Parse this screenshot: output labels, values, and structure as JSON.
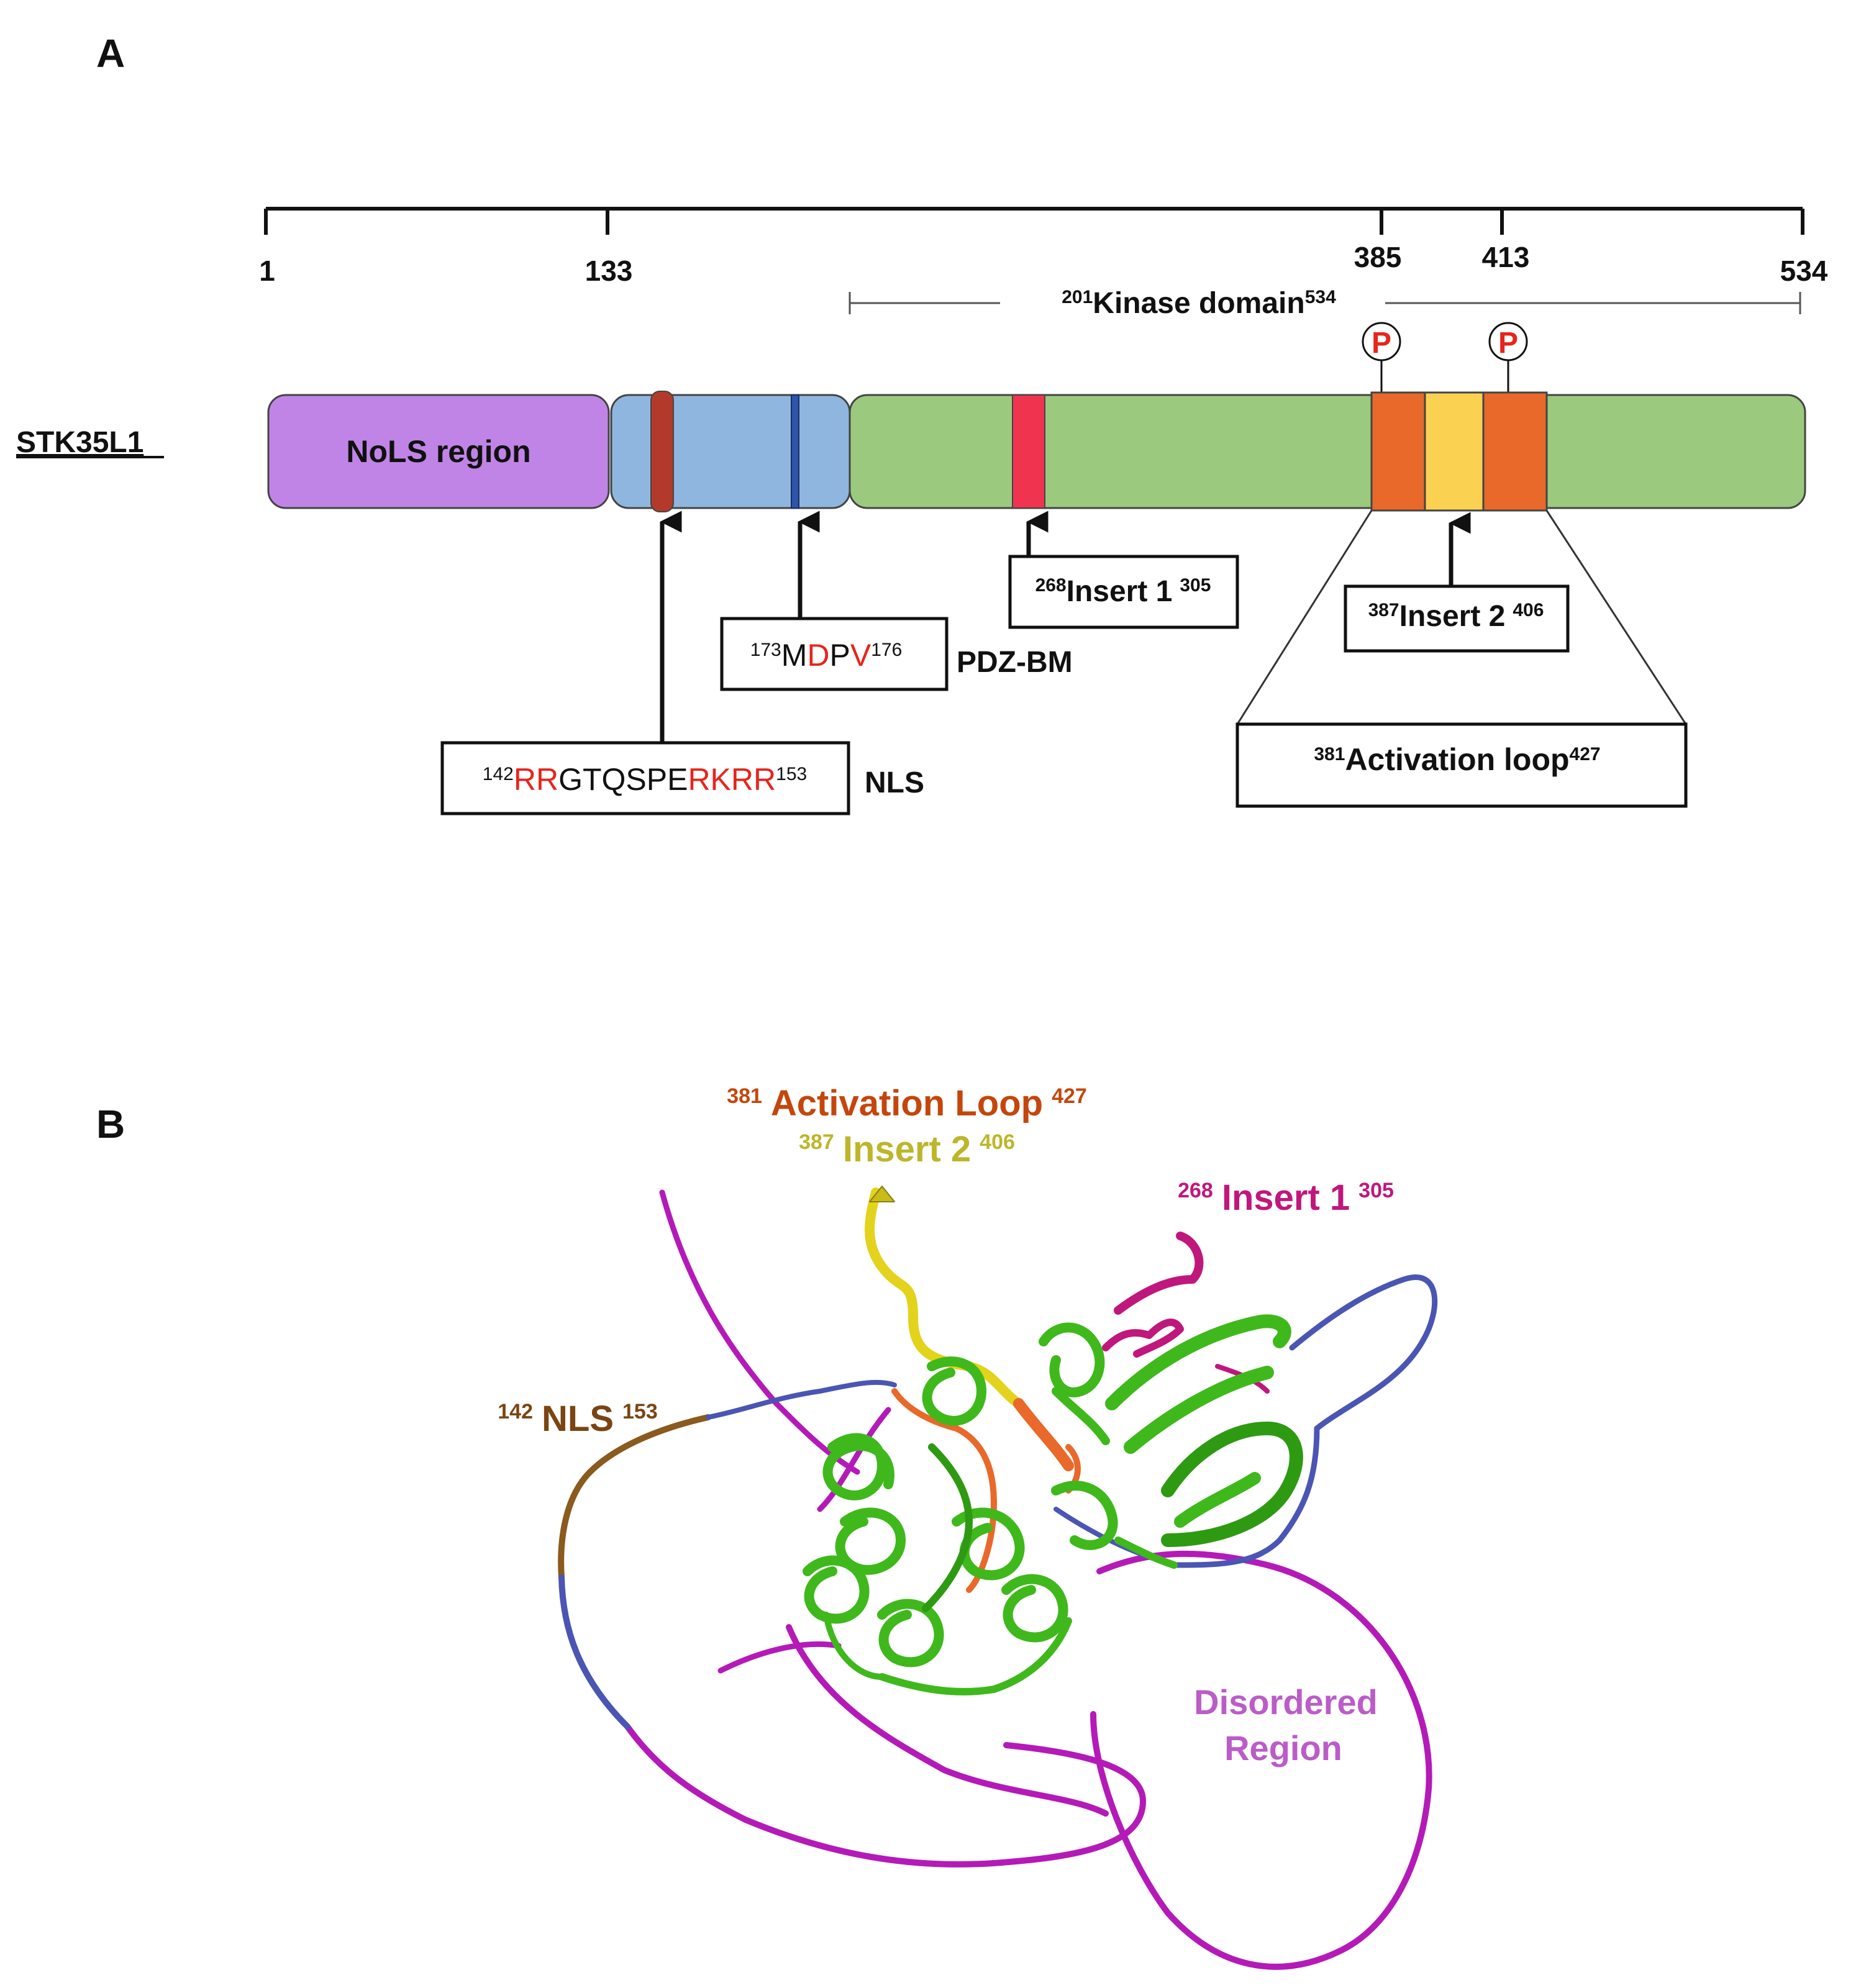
{
  "panel_a": {
    "label": "A",
    "protein_name": "STK35L1",
    "ruler": {
      "ticks": [
        "1",
        "133",
        "385",
        "413",
        "534"
      ]
    },
    "kinase_domain": {
      "start": "201",
      "name": "Kinase domain",
      "end": "534"
    },
    "phospho_symbol": "P",
    "nols_label": "NoLS region",
    "nls_box": {
      "start": "142",
      "seq_a": "RR",
      "seq_b": "GTQSPE",
      "seq_c": "RKRR",
      "end": "153",
      "tag": "NLS"
    },
    "pdz_box": {
      "start": "173",
      "seq_a": "M",
      "seq_b": "D",
      "seq_c": "P",
      "seq_d": "V",
      "end": "176",
      "tag": "PDZ-BM"
    },
    "insert1_box": {
      "start": "268",
      "name": "Insert 1",
      "end": "305"
    },
    "insert2_box": {
      "start": "387",
      "name": "Insert 2",
      "end": "406"
    },
    "activation_box": {
      "start": "381",
      "name": "Activation loop",
      "end": "427"
    }
  },
  "panel_b": {
    "label": "B",
    "activation_loop": {
      "start": "381",
      "name": "Activation Loop",
      "end": "427"
    },
    "insert2": {
      "start": "387",
      "name": "Insert 2",
      "end": "406"
    },
    "insert1": {
      "start": "268",
      "name": "Insert 1",
      "end": "305"
    },
    "nls": {
      "start": "142",
      "name": "NLS",
      "end": "153"
    },
    "disordered_line1": "Disordered",
    "disordered_line2": "Region"
  },
  "colors": {
    "nols": "#c084e6",
    "blue_region": "#8fb6df",
    "kinase": "#9bc97e",
    "nls_bar": "#b33a2a",
    "pdz_bar": "#2f55a8",
    "insert1_bar": "#f0344f",
    "activation_orange": "#e8692a",
    "insert2_yellow": "#fbd152",
    "red_text": "#e8241c",
    "activation_label": "#c4460c",
    "insert2_label": "#bdb62a",
    "insert1_label": "#c0177c",
    "nls_label": "#7a4512",
    "disordered_label": "#bb5cc8",
    "ribbon_green": "#3fb81c",
    "loop_magenta": "#b41ab8",
    "loop_blue": "#4a55b4"
  }
}
